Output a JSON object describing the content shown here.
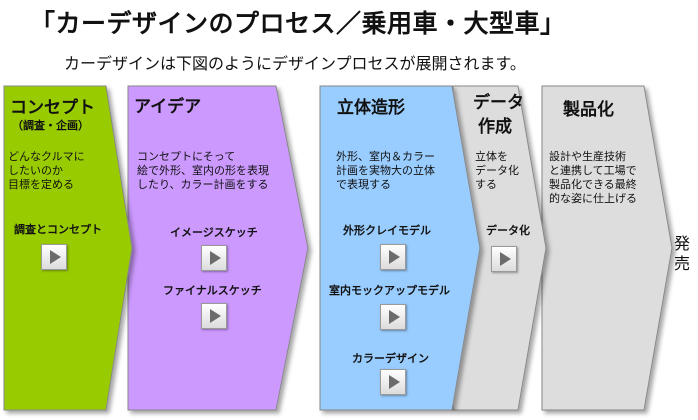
{
  "title": "「カーデザインのプロセス／乗用車・大型車」",
  "subtitle": "カーデザインは下図のようにデザインプロセスが展開されます。",
  "colors": {
    "concept": "#99cc00",
    "idea": "#cc99ff",
    "model": "#99ccff",
    "data": "#dddddd",
    "product": "#dddddd",
    "border": "#888888"
  },
  "stages": {
    "concept": {
      "title": "コンセプト",
      "subtitle": "（調査・企画）",
      "desc": "どんなクルマに\nしたいのか\n目標を定める",
      "steps": [
        "調査とコンセプト"
      ]
    },
    "idea": {
      "title": "アイデア",
      "desc": "コンセプトにそって\n絵で外形、室内の形を表現\nしたり、カラー計画をする",
      "steps": [
        "イメージスケッチ",
        "ファイナルスケッチ"
      ]
    },
    "model": {
      "title": "立体造形",
      "desc": "外形、室内＆カラー\n計画を実物大の立体\nで表現する",
      "steps": [
        "外形クレイモデル",
        "室内モックアップモデル",
        "カラーデザイン"
      ]
    },
    "data": {
      "title_line1": "データ",
      "title_line2": "作成",
      "desc": "立体を\nデータ化\nする",
      "steps": [
        "データ化"
      ]
    },
    "product": {
      "title": "製品化",
      "desc": "設計や生産技術\nと連携して工場で\n製品化できる最終\n的な姿に仕上げる"
    },
    "release": "発\n売"
  }
}
